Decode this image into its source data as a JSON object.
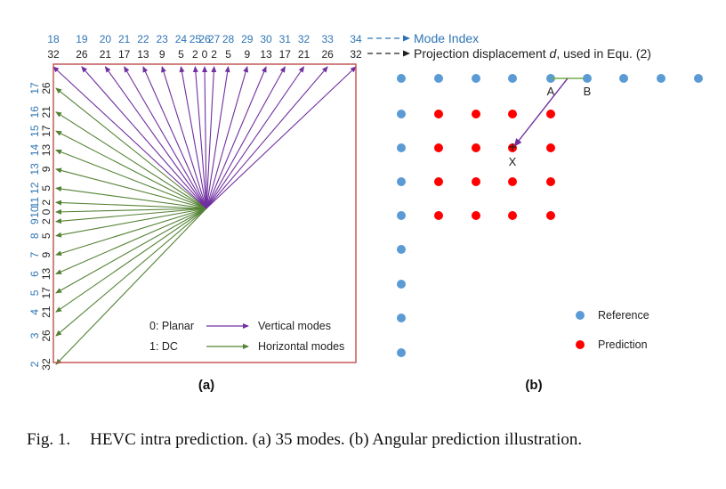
{
  "panel_a": {
    "top_mode_indices": [
      "18",
      "19",
      "20",
      "21",
      "22",
      "23",
      "24",
      "25",
      "26",
      "27",
      "28",
      "29",
      "30",
      "31",
      "32",
      "33",
      "34"
    ],
    "top_displacements": [
      "32",
      "26",
      "21",
      "17",
      "13",
      "9",
      "5",
      "2",
      "0",
      "2",
      "5",
      "9",
      "13",
      "17",
      "21",
      "26",
      "32"
    ],
    "left_mode_indices": [
      "17",
      "16",
      "15",
      "14",
      "13",
      "12",
      "11",
      "10",
      "9",
      "8",
      "7",
      "6",
      "5",
      "4",
      "3",
      "2"
    ],
    "left_displacements": [
      "26",
      "21",
      "17",
      "13",
      "9",
      "5",
      "2",
      "0",
      "2",
      "5",
      "9",
      "13",
      "17",
      "21",
      "26",
      "32"
    ],
    "mode_index_label": "Mode Index",
    "displacement_label": "Projection displacement d, used in Equ. (2)",
    "displacement_parts": {
      "before": "Projection displacement ",
      "var": "d",
      "after": ", used in Equ. (2)"
    },
    "legend": {
      "planar": "0: Planar",
      "dc": "1: DC",
      "vertical": "Vertical modes",
      "horizontal": "Horizontal modes"
    },
    "label": "(a)"
  },
  "panel_b": {
    "point_a": "A",
    "point_b": "B",
    "point_x": "X",
    "legend": {
      "reference": "Reference",
      "prediction": "Prediction"
    },
    "label": "(b)"
  },
  "caption": {
    "label": "Fig. 1.",
    "text": "HEVC intra prediction. (a) 35 modes. (b) Angular prediction illustration."
  },
  "colors": {
    "vertical": "#7030a0",
    "horizontal": "#548235",
    "border": "#c0504d",
    "reference": "#5b9bd5",
    "prediction": "#ff0000",
    "index_text": "#2e74b5"
  }
}
